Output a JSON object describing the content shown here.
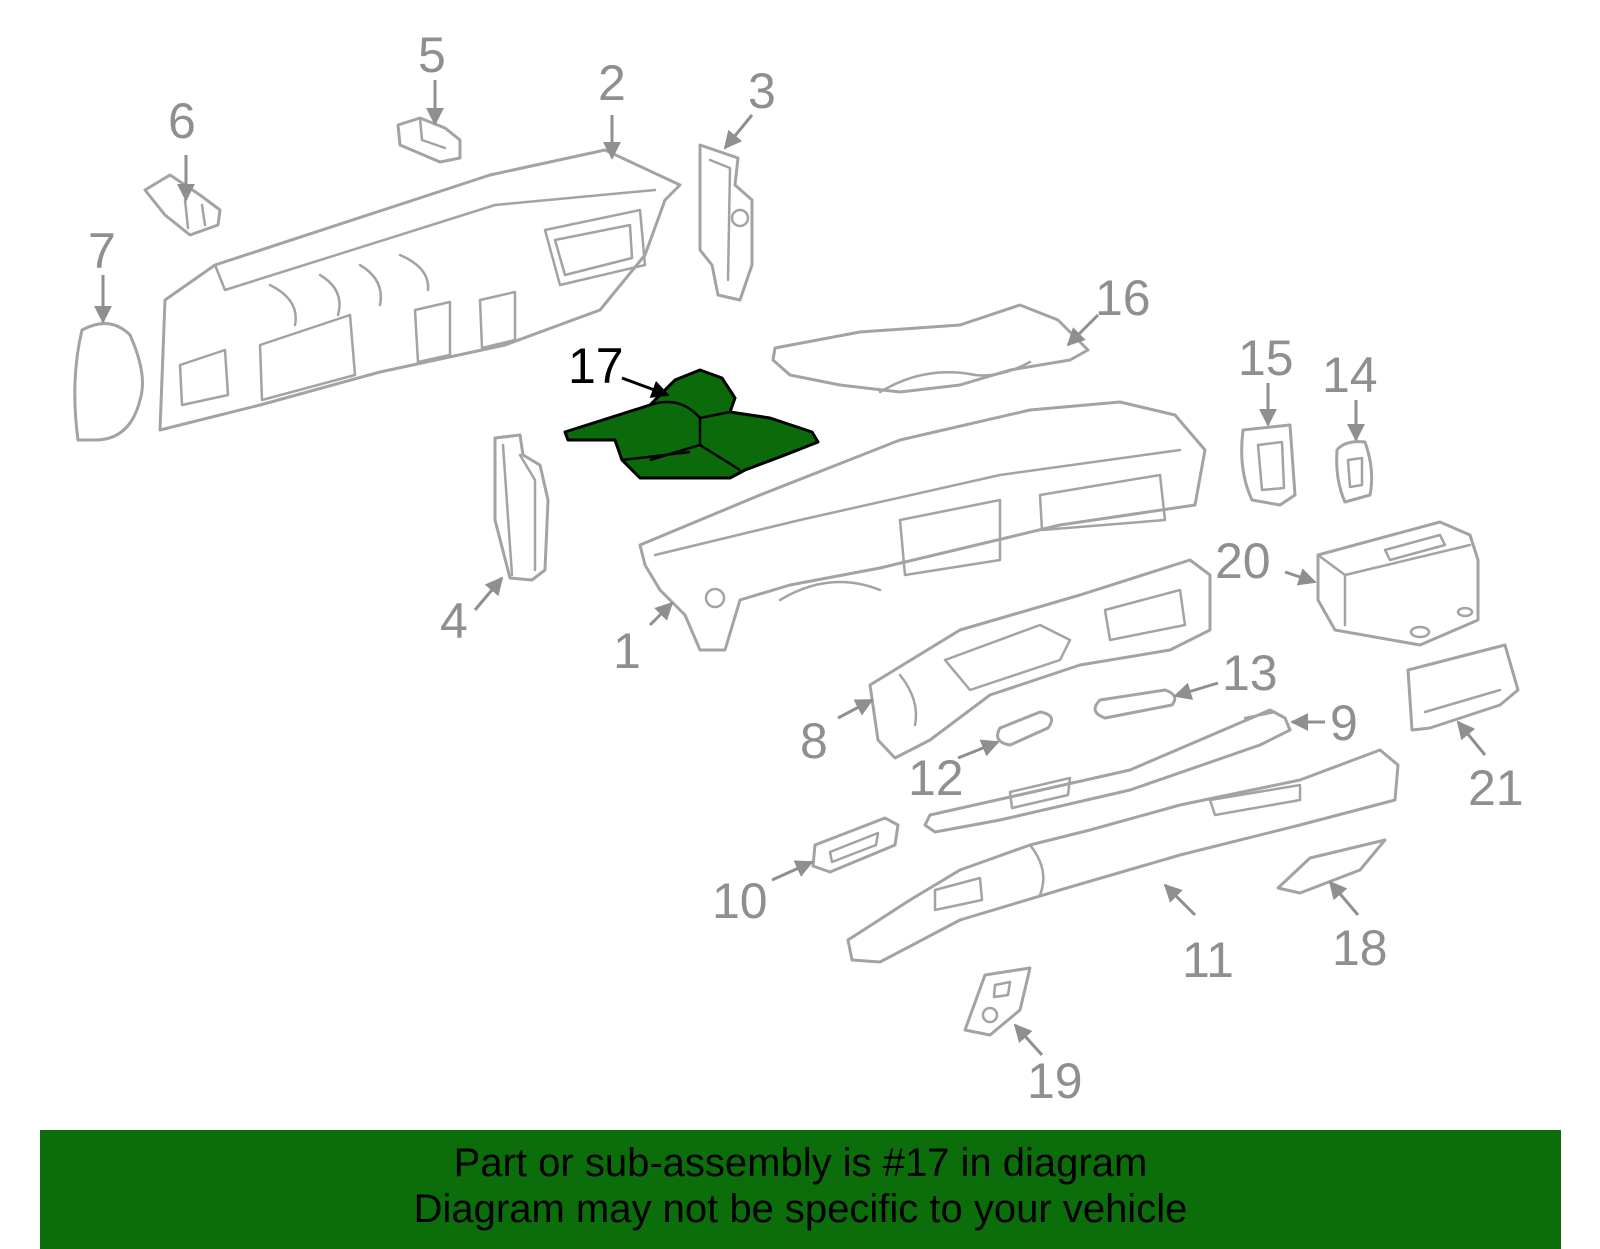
{
  "diagram": {
    "highlight_color": "#0b6b0b",
    "part_color": "#a3a3a3",
    "callouts": [
      "1",
      "2",
      "3",
      "4",
      "5",
      "6",
      "7",
      "8",
      "9",
      "10",
      "11",
      "12",
      "13",
      "14",
      "15",
      "16",
      "17",
      "18",
      "19",
      "20",
      "21"
    ],
    "highlighted_callout": "17"
  },
  "banner": {
    "line1": "Part or sub-assembly is #17 in diagram",
    "line2": "Diagram may not be specific to your vehicle",
    "background": "#0b6e0b"
  }
}
